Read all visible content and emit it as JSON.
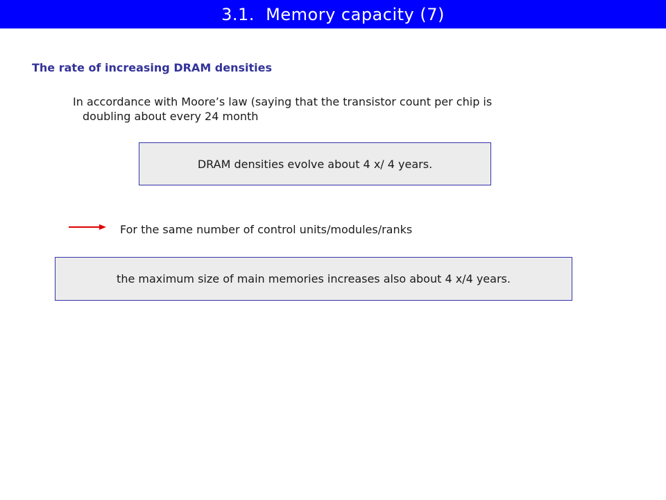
{
  "slide": {
    "title": "3.1.  Memory capacity (7)",
    "subtitle": "The rate of increasing DRAM densities",
    "intro_line1": "In accordance with Moore’s law (saying that the transistor count per chip is",
    "intro_line2": "doubling about every 24 month",
    "box1_text": "DRAM densities evolve about 4 x/ 4 years.",
    "arrow_text": "For the same number of control units/modules/ranks",
    "box2_text": "the maximum size of main memories increases also about 4 x/4 years."
  },
  "colors": {
    "title_bar": "#0000ff",
    "subtitle": "#333399",
    "arrow": "#e00000",
    "box_border": "#3333aa",
    "box_fill": "#ececec"
  }
}
